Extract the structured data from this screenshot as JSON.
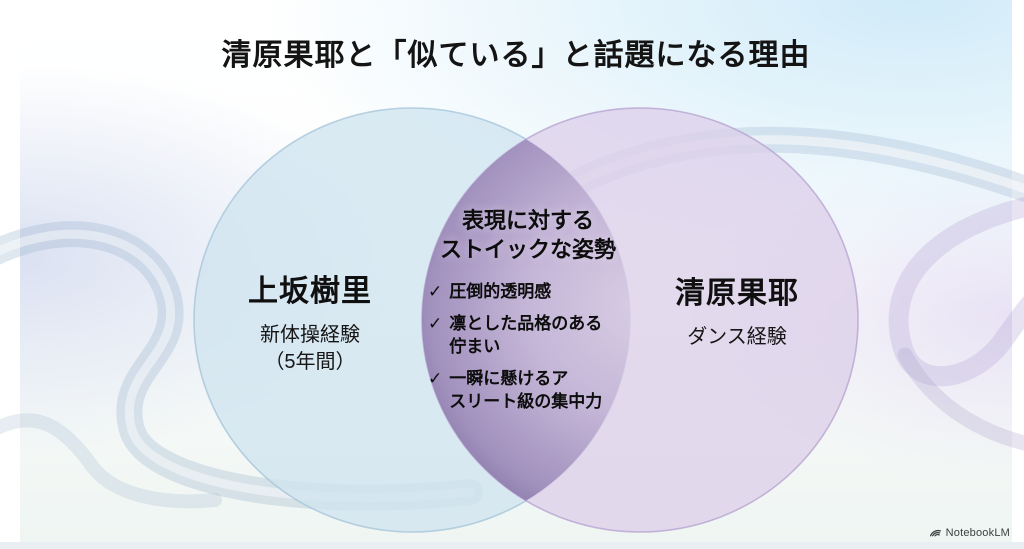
{
  "title": "清原果耶と「似ている」と話題になる理由",
  "venn": {
    "left": {
      "name": "上坂樹里",
      "sub_line1": "新体操経験",
      "sub_line2": "（5年間）"
    },
    "right": {
      "name": "清原果耶",
      "sub": "ダンス経験"
    },
    "overlap": {
      "heading_line1": "表現に対する",
      "heading_line2": "ストイックな姿勢",
      "bullet_glyph": "✓",
      "items": [
        {
          "lines": [
            "圧倒的透明感"
          ]
        },
        {
          "lines": [
            "凛とした品格のある",
            "佇まい"
          ]
        },
        {
          "lines": [
            "一瞬に懸けるア",
            "スリート級の集中力"
          ]
        }
      ]
    }
  },
  "footer": {
    "brand": "NotebookLM"
  },
  "colors": {
    "left_circle_fill": "#cfe4ef",
    "left_circle_border": "#a6c6d9",
    "right_circle_fill": "#dccfe9",
    "right_circle_border": "#b7a5d1",
    "overlap_center": "#d7cce3",
    "overlap_mid": "#c3b4d6",
    "overlap_deep": "#9d8cba",
    "overlap_edge": "#6f6092",
    "title_text": "#141414",
    "brand_text": "#3c4043"
  }
}
